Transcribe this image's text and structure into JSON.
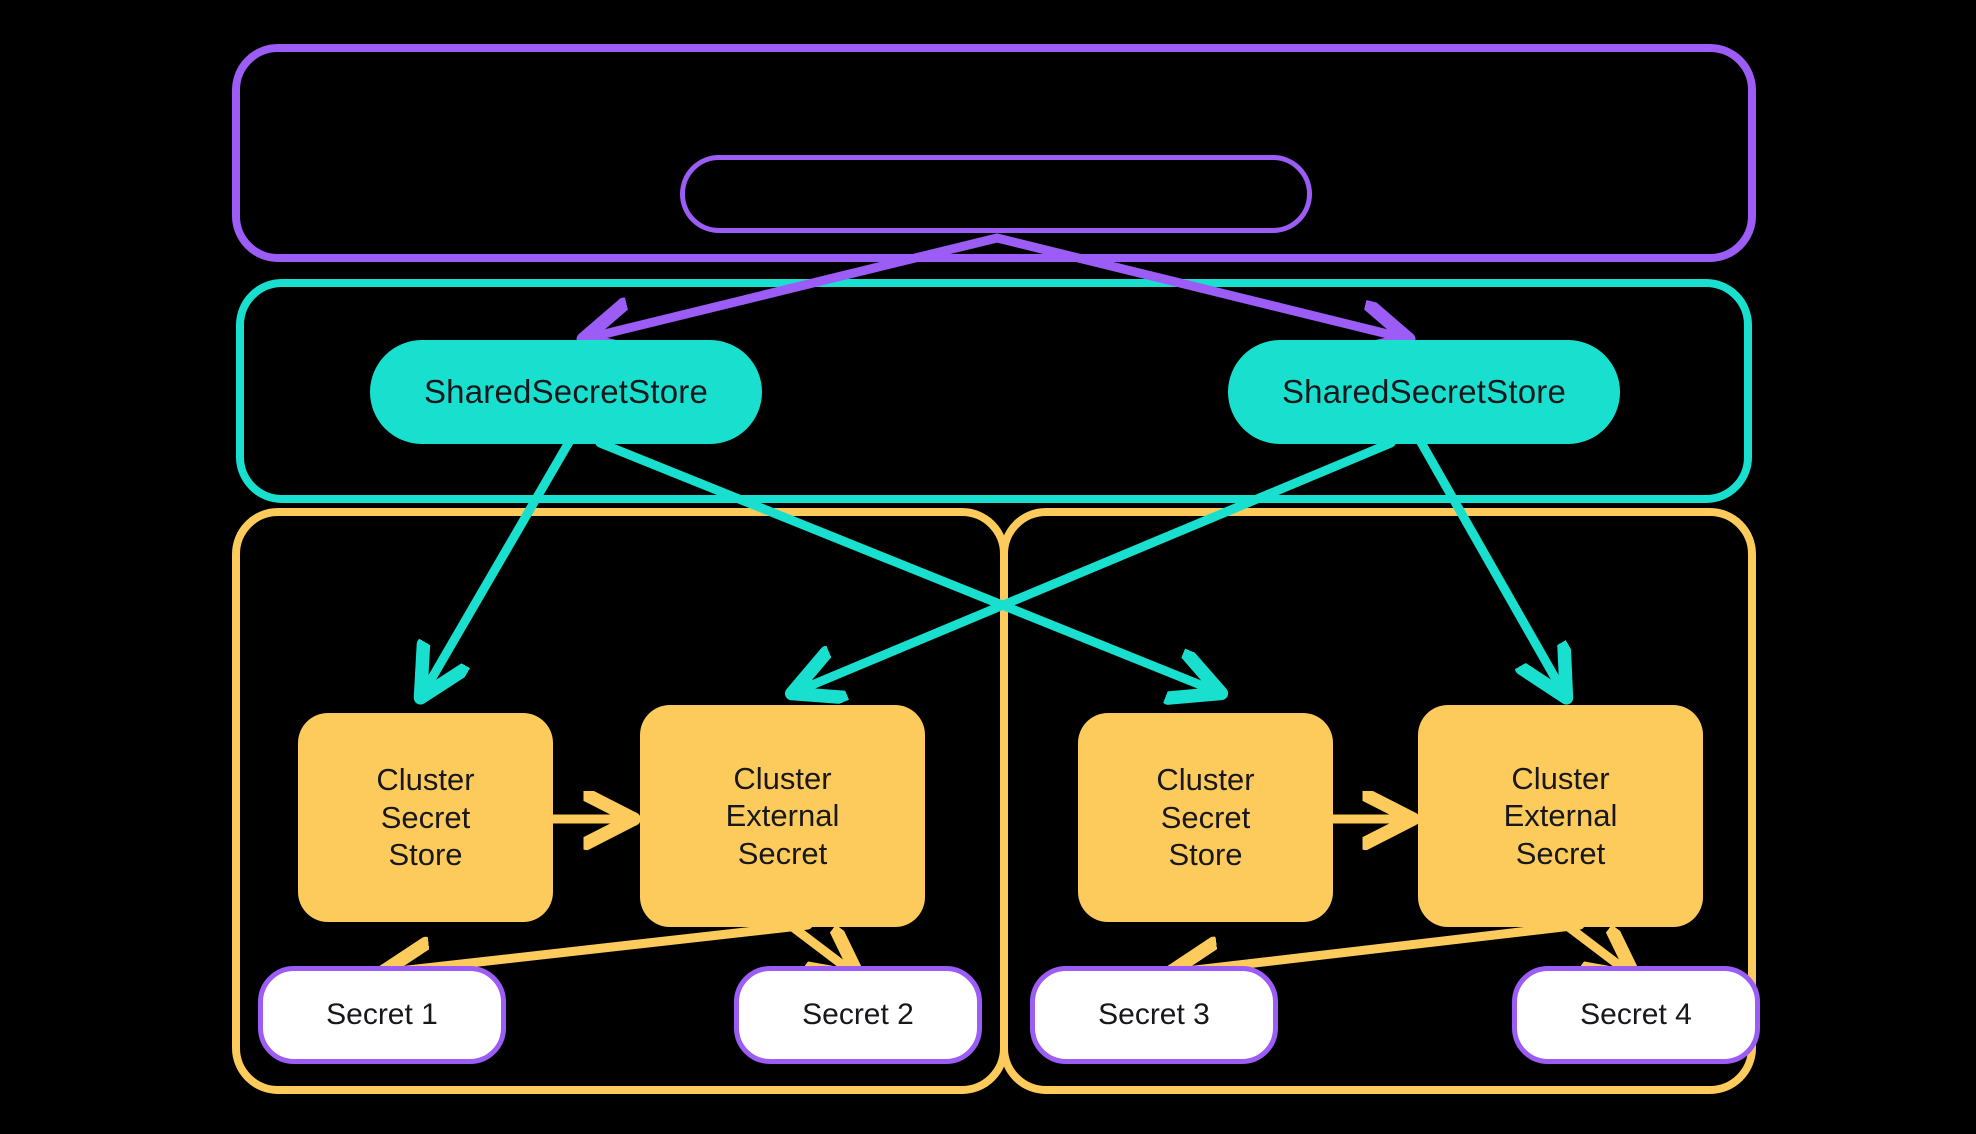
{
  "diagram": {
    "title": "External Secrets Operator shared secret store architecture",
    "background": "#000000",
    "colors": {
      "purple": "#9C5CF6",
      "teal": "#19E0CE",
      "yellow": "#FCCB5C",
      "white": "#FFFFFF",
      "text": "#18181c"
    }
  },
  "containers": [
    {
      "id": "purple-outer",
      "label": "",
      "color": "#9C5CF6"
    },
    {
      "id": "teal-outer",
      "label": "",
      "color": "#19E0CE"
    },
    {
      "id": "yellow-left",
      "label": "",
      "color": "#FCCB5C"
    },
    {
      "id": "yellow-right",
      "label": "",
      "color": "#FCCB5C"
    }
  ],
  "nodes": {
    "operator": {
      "label": "",
      "color": "#9C5CF6"
    },
    "shared_store_left": {
      "label": "SharedSecretStore",
      "color": "#19E0CE"
    },
    "shared_store_right": {
      "label": "SharedSecretStore",
      "color": "#19E0CE"
    },
    "cluster_secret_store_left": {
      "label": "Cluster\nSecret\nStore",
      "color": "#FCCB5C"
    },
    "cluster_external_secret_left": {
      "label": "Cluster\nExternal\nSecret",
      "color": "#FCCB5C"
    },
    "cluster_secret_store_right": {
      "label": "Cluster\nSecret\nStore",
      "color": "#FCCB5C"
    },
    "cluster_external_secret_right": {
      "label": "Cluster\nExternal\nSecret",
      "color": "#FCCB5C"
    },
    "secret_1": {
      "label": "Secret 1",
      "color": "#FFFFFF"
    },
    "secret_2": {
      "label": "Secret 2",
      "color": "#FFFFFF"
    },
    "secret_3": {
      "label": "Secret 3",
      "color": "#FFFFFF"
    },
    "secret_4": {
      "label": "Secret 4",
      "color": "#FFFFFF"
    }
  },
  "edges": [
    {
      "from": "operator",
      "to": "shared_store_left",
      "color": "#9C5CF6"
    },
    {
      "from": "operator",
      "to": "shared_store_right",
      "color": "#9C5CF6"
    },
    {
      "from": "shared_store_left",
      "to": "cluster_secret_store_left",
      "color": "#19E0CE"
    },
    {
      "from": "shared_store_left",
      "to": "cluster_secret_store_right",
      "color": "#19E0CE"
    },
    {
      "from": "shared_store_right",
      "to": "cluster_external_secret_left",
      "color": "#19E0CE"
    },
    {
      "from": "shared_store_right",
      "to": "cluster_external_secret_right",
      "color": "#19E0CE"
    },
    {
      "from": "cluster_secret_store_left",
      "to": "cluster_external_secret_left",
      "color": "#FCCB5C"
    },
    {
      "from": "cluster_secret_store_right",
      "to": "cluster_external_secret_right",
      "color": "#FCCB5C"
    },
    {
      "from": "cluster_external_secret_left",
      "to": "secret_1",
      "color": "#FCCB5C"
    },
    {
      "from": "cluster_external_secret_left",
      "to": "secret_2",
      "color": "#FCCB5C"
    },
    {
      "from": "cluster_external_secret_right",
      "to": "secret_3",
      "color": "#FCCB5C"
    },
    {
      "from": "cluster_external_secret_right",
      "to": "secret_4",
      "color": "#FCCB5C"
    }
  ]
}
